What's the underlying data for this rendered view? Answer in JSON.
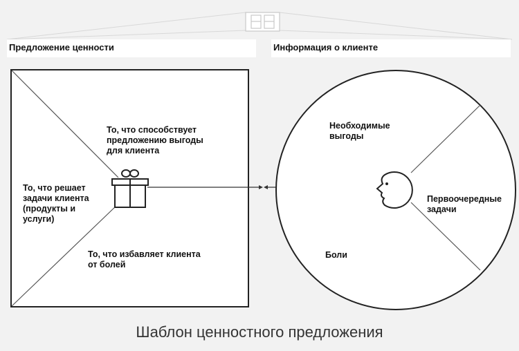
{
  "header": {
    "value_proposition": "Предложение ценности",
    "customer_profile": "Информация о клиенте"
  },
  "value_map": {
    "gain_creators": "То, что способствует\nпредложению выгоды\nдля клиента",
    "products_services": "То, что решает\nзадачи клиента\n(продукты и\nуслуги)",
    "pain_relievers": "То, что избавляет клиента\nот болей"
  },
  "customer": {
    "gains": "Необходимые\nвыгоды",
    "jobs": "Первоочередные\nзадачи",
    "pains": "Боли"
  },
  "caption": "Шаблон ценностного предложения",
  "icons": [
    "logo-icon",
    "gift-icon",
    "customer-face-icon",
    "arrow-icon"
  ],
  "colors": {
    "background": "#f2f2f2",
    "line": "#333333",
    "panel": "#ffffff"
  }
}
